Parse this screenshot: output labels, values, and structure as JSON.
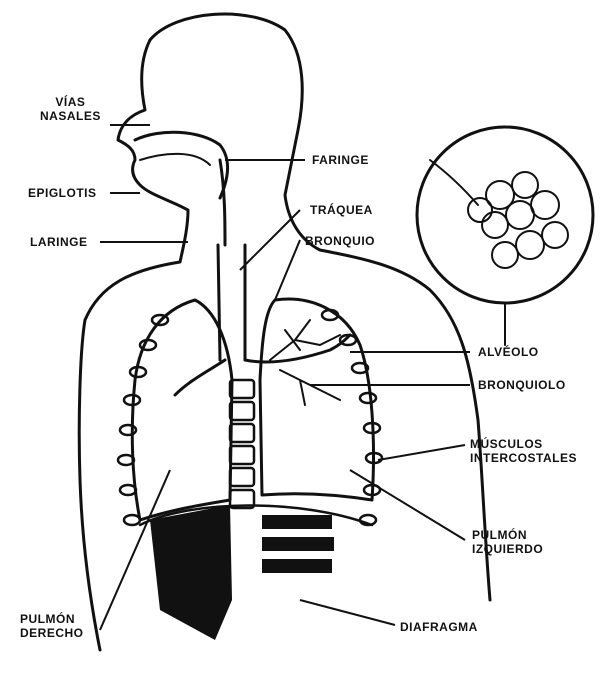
{
  "labels": {
    "vias_nasales": [
      "VÍAS",
      "NASALES"
    ],
    "faringe": "FARINGE",
    "epiglotis": "EPIGLOTIS",
    "traquea": "TRÁQUEA",
    "laringe": "LARINGE",
    "bronquio": "BRONQUIO",
    "alveolo": "ALVÉOLO",
    "bronquiolo": "BRONQUIOLO",
    "musculos_intercostales": [
      "MÚSCULOS",
      "INTERCOSTALES"
    ],
    "pulmon_izquierdo": [
      "PULMÓN",
      "IZQUIERDO"
    ],
    "pulmon_derecho": [
      "PULMÓN",
      "DERECHO"
    ],
    "diafragma": "DIAFRAGMA"
  },
  "colors": {
    "ink": "#111111",
    "background": "#ffffff"
  }
}
